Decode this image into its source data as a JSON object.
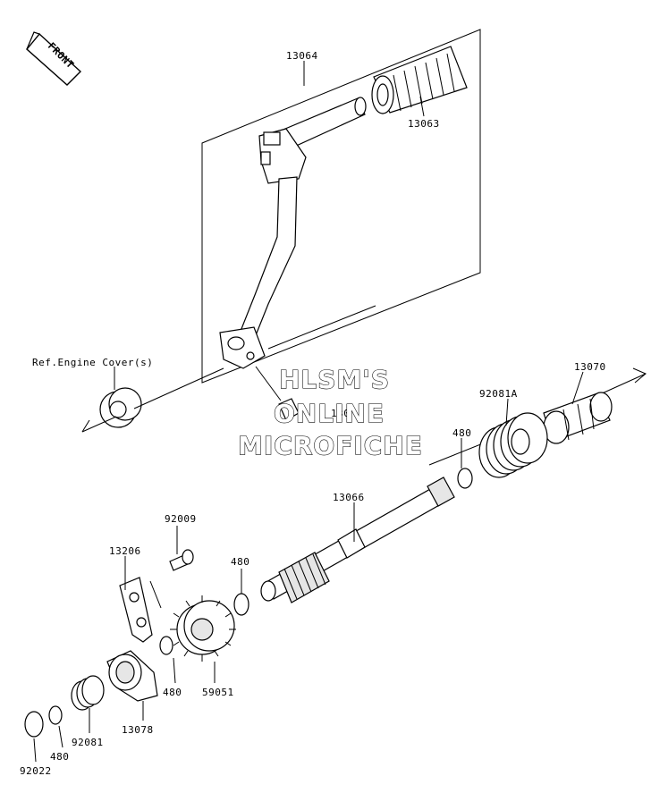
{
  "front_indicator": {
    "label": "FRONT"
  },
  "labels": {
    "p13064": "13064",
    "p13063": "13063",
    "ref_engine_cover": "Ref.Engine Cover(s)",
    "p130": "130",
    "p13070": "13070",
    "p92081A": "92081A",
    "p480_a": "480",
    "p13066": "13066",
    "p92009": "92009",
    "p13206": "13206",
    "p480_b": "480",
    "p480_c": "480",
    "p59051": "59051",
    "p13078": "13078",
    "p92081": "92081",
    "p480_d": "480",
    "p92022": "92022"
  },
  "watermark": {
    "line1": "HLSM'S",
    "line2": "ONLINE",
    "line3": "MICROFICHE"
  }
}
